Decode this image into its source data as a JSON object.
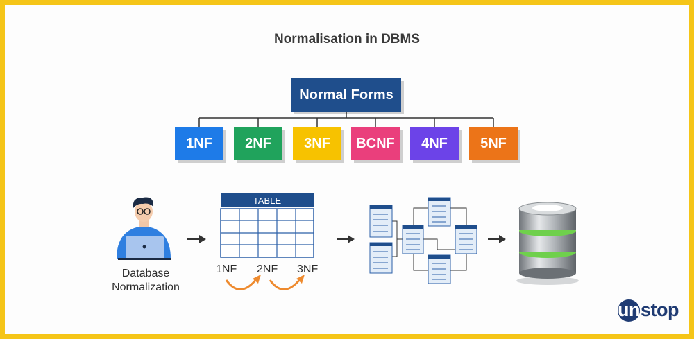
{
  "title": "Normalisation in DBMS",
  "root": {
    "label": "Normal Forms",
    "color": "#1f4e8c"
  },
  "forms": [
    {
      "label": "1NF",
      "color": "#1e7be8"
    },
    {
      "label": "2NF",
      "color": "#20a35c"
    },
    {
      "label": "3NF",
      "color": "#f7c200"
    },
    {
      "label": "BCNF",
      "color": "#ea3f7c"
    },
    {
      "label": "4NF",
      "color": "#6c43e8"
    },
    {
      "label": "5NF",
      "color": "#ec7418"
    }
  ],
  "person_caption_line1": "Database",
  "person_caption_line2": "Normalization",
  "table": {
    "header": "TABLE",
    "steps": [
      "1NF",
      "2NF",
      "3NF"
    ]
  },
  "logo": {
    "first": "un",
    "rest": "stop",
    "color": "#1f3b73"
  },
  "accent": "#f5c518"
}
